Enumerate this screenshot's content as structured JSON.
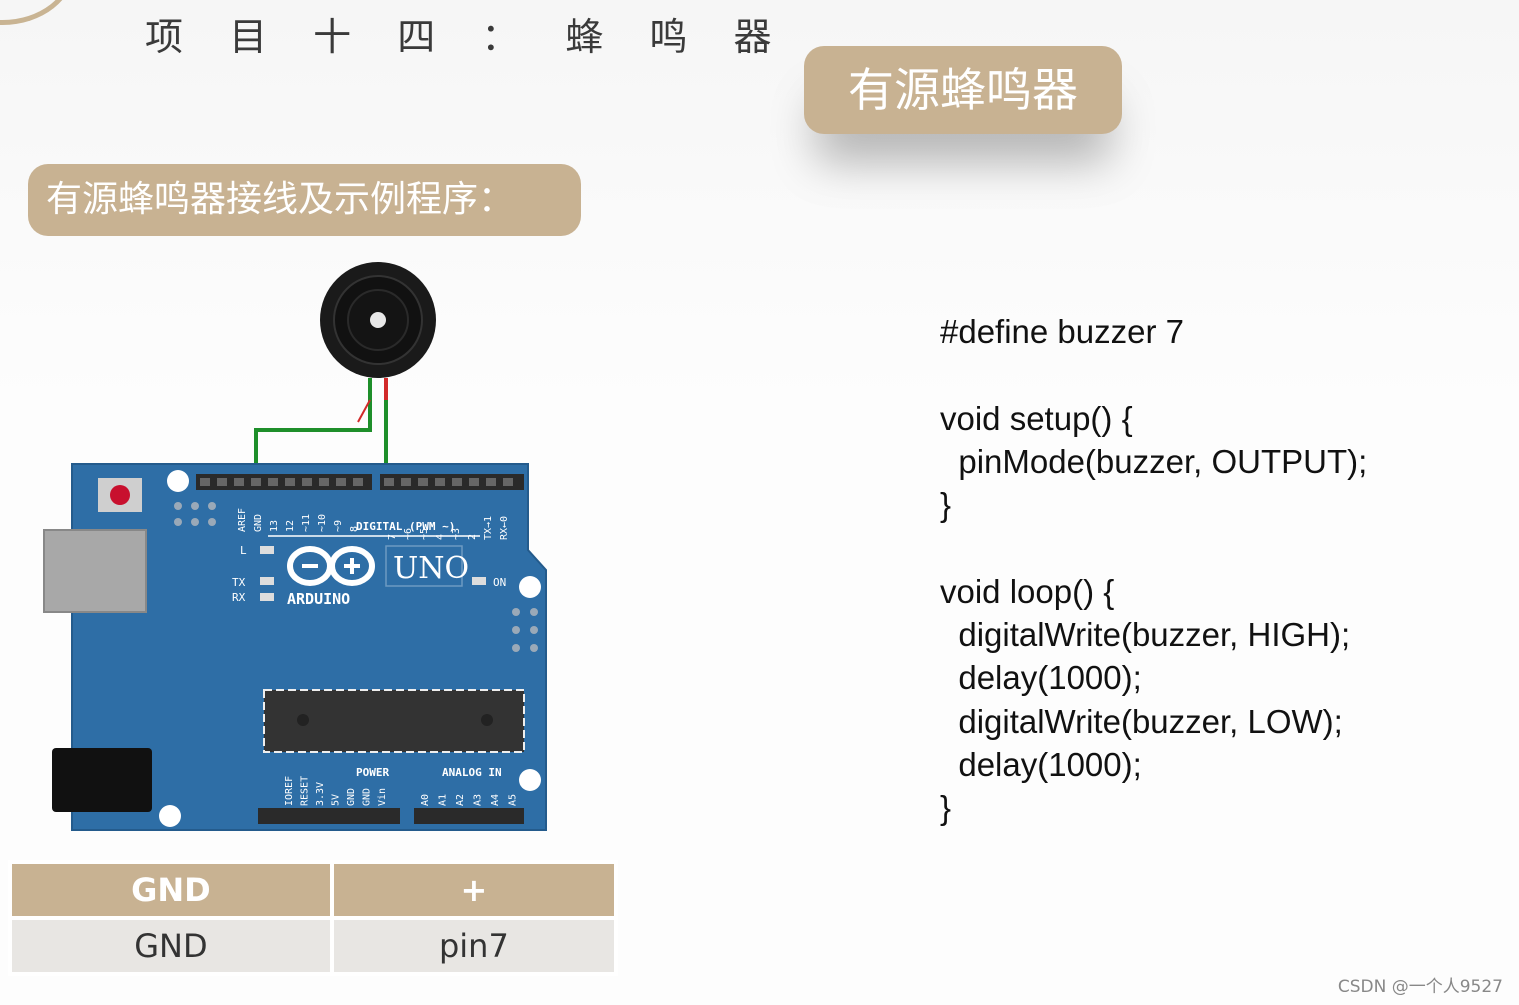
{
  "header": {
    "title": "项 目 十 四 ： 蜂 鸣 器"
  },
  "right_pill": {
    "label": "有源蜂鸣器"
  },
  "left_pill": {
    "label": "有源蜂鸣器接线及示例程序："
  },
  "board": {
    "brand": "ARDUINO",
    "model": "UNO",
    "digital_label": "DIGITAL (PWM ~)",
    "power_label": "POWER",
    "analog_label": "ANALOG IN",
    "on_label": "ON",
    "led_l": "L",
    "led_tx": "TX",
    "led_rx": "RX",
    "digital_pins": [
      "AREF",
      "GND",
      "13",
      "12",
      "~11",
      "~10",
      "~9",
      "8",
      "7",
      "~6",
      "~5",
      "4",
      "~3",
      "2",
      "TX→1",
      "RX←0"
    ],
    "power_pins": [
      "IOREF",
      "RESET",
      "3.3V",
      "5V",
      "GND",
      "GND",
      "Vin"
    ],
    "analog_pins": [
      "A0",
      "A1",
      "A2",
      "A3",
      "A4",
      "A5"
    ],
    "colors": {
      "board": "#2e6ea6",
      "wire_gnd": "#1e8f2a",
      "wire_pos": "#d22a2a",
      "buzzer": "#1a1a1a"
    }
  },
  "pin_table": {
    "headers": [
      "GND",
      "+"
    ],
    "rows": [
      [
        "GND",
        "pin7"
      ]
    ]
  },
  "code": {
    "lines": [
      "#define buzzer 7",
      "",
      "void setup() {",
      "  pinMode(buzzer, OUTPUT);",
      "}",
      "",
      "void loop() {",
      "  digitalWrite(buzzer, HIGH);",
      "  delay(1000);",
      "  digitalWrite(buzzer, LOW);",
      "  delay(1000);",
      "}"
    ]
  },
  "watermark": "CSDN @一个人9527",
  "colors": {
    "accent": "#c8b292",
    "table_row": "#e8e6e3"
  }
}
